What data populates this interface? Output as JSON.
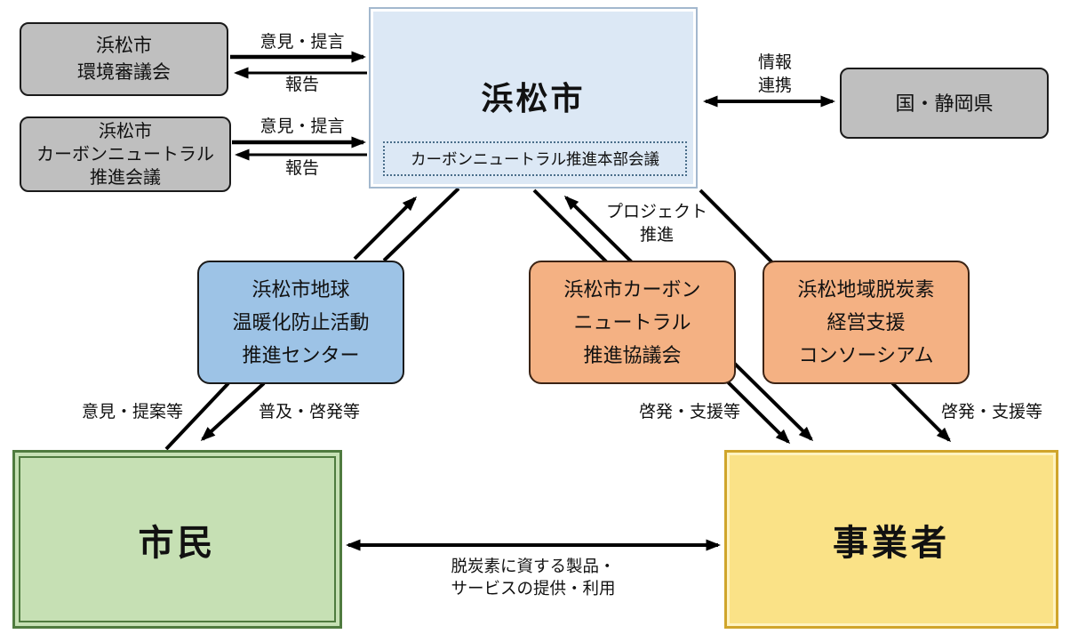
{
  "nodes": {
    "env_council": {
      "label": "浜松市\n環境審議会"
    },
    "cn_council": {
      "label": "浜松市\nカーボンニュートラル\n推進会議"
    },
    "city": {
      "label": "浜松市",
      "sub_label": "カーボンニュートラル推進本部会議"
    },
    "nation": {
      "label": "国・静岡県"
    },
    "center": {
      "label": "浜松市地球\n温暖化防止活動\n推進センター"
    },
    "cn_association": {
      "label": "浜松市カーボン\nニュートラル\n推進協議会"
    },
    "consortium": {
      "label": "浜松地域脱炭素\n経営支援\nコンソーシアム"
    },
    "citizens": {
      "label": "市民"
    },
    "business": {
      "label": "事業者"
    }
  },
  "edge_labels": {
    "opinion1": "意見・提言",
    "report1": "報告",
    "opinion2": "意見・提言",
    "report2": "報告",
    "info_link": "情報\n連携",
    "project": "プロジェクト\n推進",
    "suggest": "意見・提案等",
    "promote": "普及・啓発等",
    "support1": "啓発・支援等",
    "support2": "啓発・支援等",
    "market": "脱炭素に資する製品・\nサービスの提供・利用"
  },
  "colors": {
    "gray_fill": "#BFBFBF",
    "city_fill": "#DCE8F5",
    "city_border": "#A3B8CE",
    "blue_fill": "#9DC3E6",
    "orange_fill": "#F4B183",
    "green_fill": "#C6E0B4",
    "green_border": "#4F7B3F",
    "yellow_fill": "#FAE287",
    "yellow_border": "#D0A52B",
    "line_color": "#000000"
  }
}
